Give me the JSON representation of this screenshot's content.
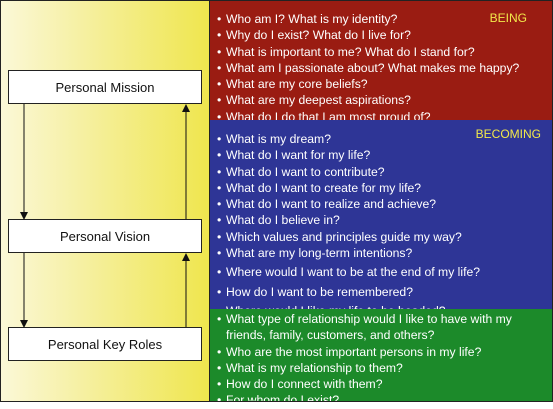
{
  "left": {
    "boxes": [
      "Personal Mission",
      "Personal Vision",
      "Personal Key Roles"
    ]
  },
  "being": {
    "label": "BEING",
    "color": "#9a1c12",
    "items": [
      "Who am I? What is my identity?",
      "Why do I exist? What do I live for?",
      "What is important to me? What do I stand for?",
      "What am I passionate about? What makes me happy?",
      "What are my core beliefs?",
      "What are my deepest aspirations?",
      "What do I do that I am most proud of?"
    ]
  },
  "becoming": {
    "label": "BECOMING",
    "color": "#2e3596",
    "items": [
      "What is my dream?",
      "What do I want for my life?",
      "What do I want to contribute?",
      "What do I want to create for my life?",
      "What do I want to realize and achieve?",
      "What do I believe in?",
      "Which values and principles guide my way?",
      "What are my long-term intentions?",
      "Where would I want to be at the end of my life?",
      "How do I want to be remembered?",
      "Where would I like my life to be headed?"
    ]
  },
  "roles": {
    "color": "#1c8a2a",
    "items": [
      "What type of relationship would I like to have with my friends, family, customers, and others?",
      "Who are the most important persons in my life?",
      "What is my relationship to them?",
      "How do I connect with them?",
      "For whom do I exist?"
    ]
  },
  "bullet": "•"
}
